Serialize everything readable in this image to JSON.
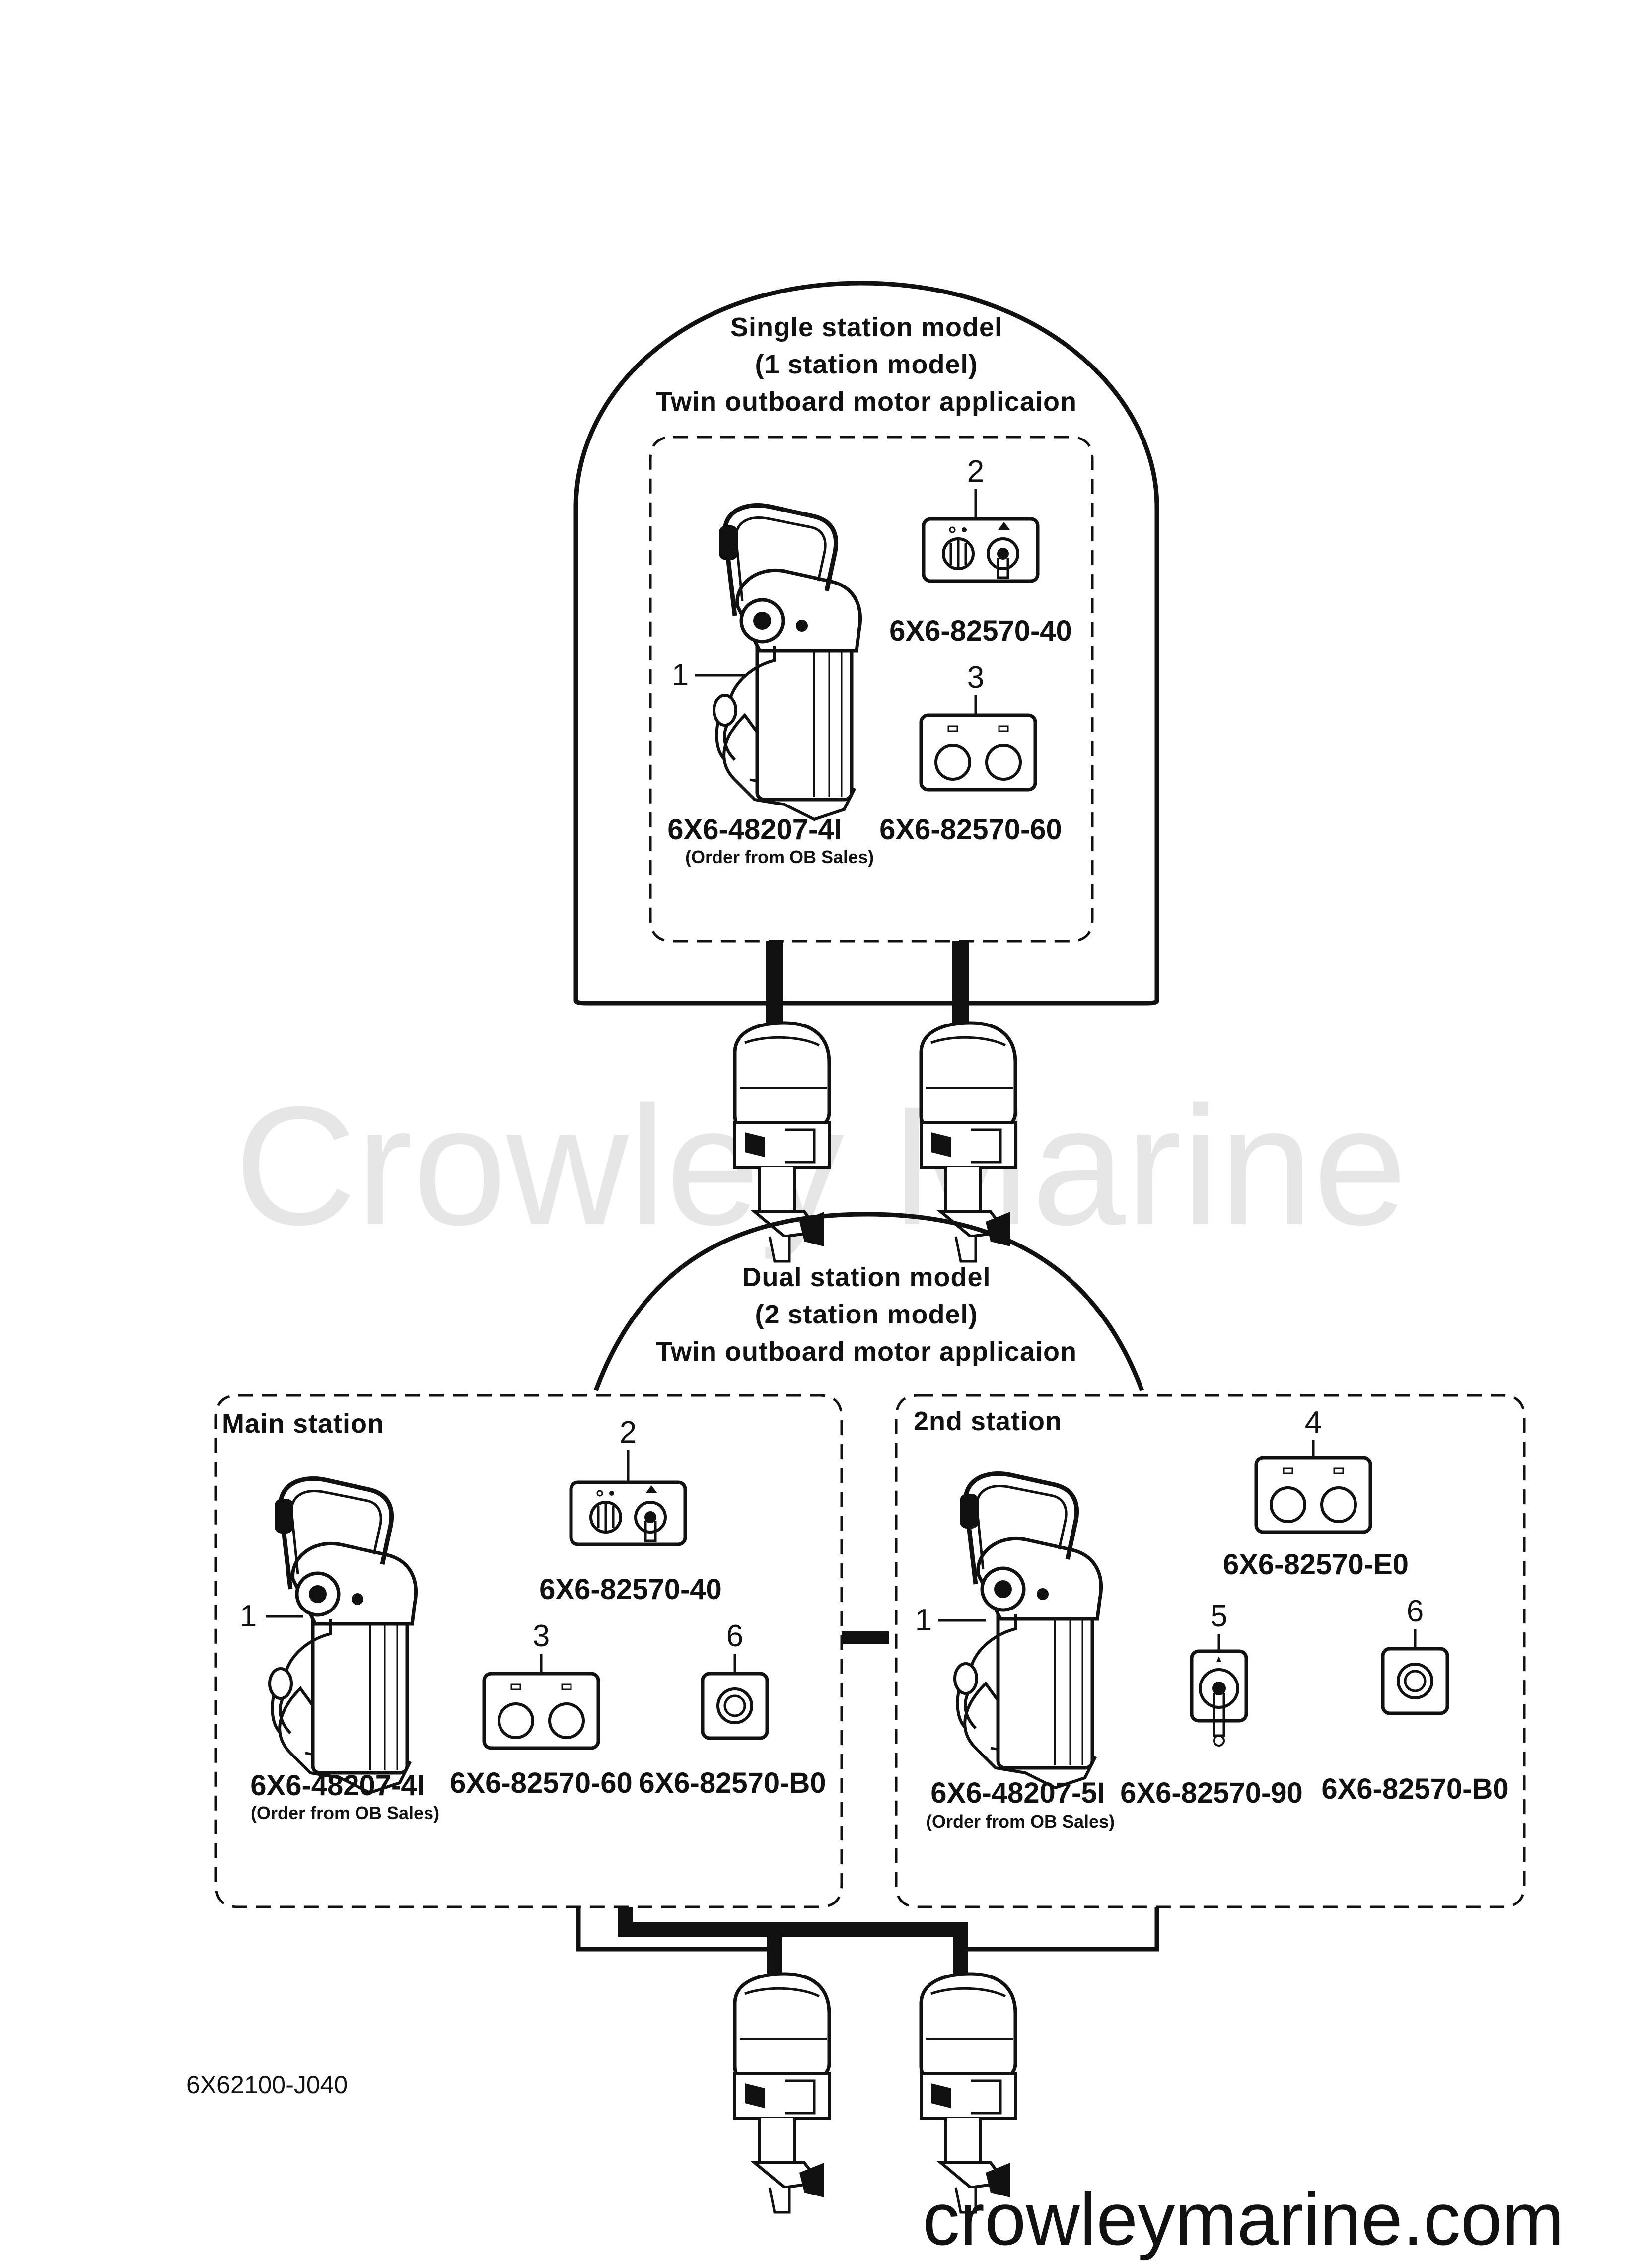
{
  "single": {
    "heading": [
      "Single station model",
      "(1 station model)",
      "Twin outboard motor applicaion"
    ],
    "ref_lever": "1",
    "ref_key": "2",
    "ref_switch": "3",
    "pn_key": "6X6-82570-40",
    "pn_lever": "6X6-48207-4I",
    "pn_switch": "6X6-82570-60",
    "note": "(Order from OB Sales)"
  },
  "dual": {
    "heading": [
      "Dual station model",
      "(2 station model)",
      "Twin outboard motor applicaion"
    ],
    "main": {
      "title": "Main station",
      "ref_lever": "1",
      "ref_key": "2",
      "ref_switch": "3",
      "ref_stop": "6",
      "pn_key": "6X6-82570-40",
      "pn_lever": "6X6-48207-4I",
      "pn_switch": "6X6-82570-60",
      "pn_stop": "6X6-82570-B0",
      "note": "(Order from OB Sales)"
    },
    "second": {
      "title": "2nd station",
      "ref_lever": "1",
      "ref_switch": "4",
      "ref_key": "5",
      "ref_stop": "6",
      "pn_switch": "6X6-82570-E0",
      "pn_lever": "6X6-48207-5I",
      "pn_key": "6X6-82570-90",
      "pn_stop": "6X6-82570-B0",
      "note": "(Order from OB Sales)"
    }
  },
  "diagram_code": "6X62100-J040",
  "watermark": "Crowley Marine",
  "website": "crowleymarine.com"
}
